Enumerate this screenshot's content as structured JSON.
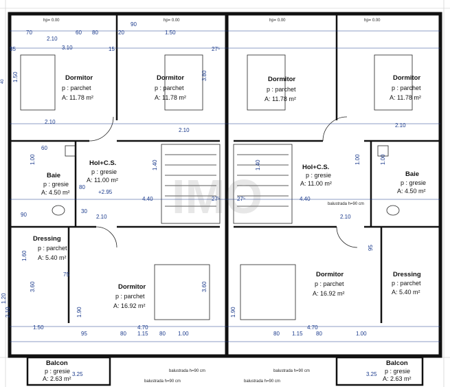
{
  "rooms": [
    {
      "name": "Dormitor",
      "floor": "p : parchet",
      "area": "A: 11.78 m²"
    },
    {
      "name": "Dormitor",
      "floor": "p : parchet",
      "area": "A: 11.78 m²"
    },
    {
      "name": "Dormitor",
      "floor": "p : parchet",
      "area": "A: 11.78 m²"
    },
    {
      "name": "Dormitor",
      "floor": "p : parchet",
      "area": "A: 11.78 m²"
    },
    {
      "name": "Hol+C.S.",
      "floor": "p : gresie",
      "area": "A: 11.00 m²"
    },
    {
      "name": "Hol+C.S.",
      "floor": "p : gresie",
      "area": "A: 11.00 m²"
    },
    {
      "name": "Baie",
      "floor": "p : gresie",
      "area": "A: 4.50 m²"
    },
    {
      "name": "Baie",
      "floor": "p : gresie",
      "area": "A: 4.50 m²"
    },
    {
      "name": "Dressing",
      "floor": "p : parchet",
      "area": "A: 5.40 m²"
    },
    {
      "name": "Dressing",
      "floor": "p : parchet",
      "area": "A: 5.40 m²"
    },
    {
      "name": "Dormitor",
      "floor": "p : parchet",
      "area": "A: 16.92 m²"
    },
    {
      "name": "Dormitor",
      "floor": "p : parchet",
      "area": "A: 16.92 m²"
    },
    {
      "name": "Balcon",
      "floor": "p : gresie",
      "area": "A: 2.63 m²"
    },
    {
      "name": "Balcon",
      "floor": "p : gresie",
      "area": "A: 2.63 m²"
    }
  ],
  "dims": [
    "70",
    "2.10",
    "60",
    "80",
    "20",
    "90",
    "1.50",
    "35",
    "3.10",
    "15",
    "27⁵",
    "3.80",
    "2.10",
    "2.10",
    "2.10",
    "1.00",
    "60",
    "1.00",
    "80",
    "1.40",
    "1.40",
    "1.00",
    "4.40",
    "4.40",
    "27⁵",
    "27⁵",
    "90",
    "30",
    "2.10",
    "2.10",
    "95",
    "1.60",
    "3.60",
    "1.90",
    "3.60",
    "1.90",
    "4.70",
    "4.70",
    "95",
    "1.50",
    "80",
    "1.15",
    "80",
    "1.00",
    "80",
    "1.15",
    "80",
    "1.00",
    "3.25",
    "3.25",
    "+2.95",
    "1.20",
    "2.10",
    "1.50",
    "40",
    "75"
  ],
  "notes": [
    "hp= 0.00",
    "hp= 0.00",
    "hp= 0.00",
    "hp= 0.00",
    "balustrada h=90 cm",
    "balustrada h=90 cm",
    "balustrada h=90 cm",
    "balustrada h=90 cm",
    "balustrada h=90 cm"
  ],
  "watermark": "IMO"
}
